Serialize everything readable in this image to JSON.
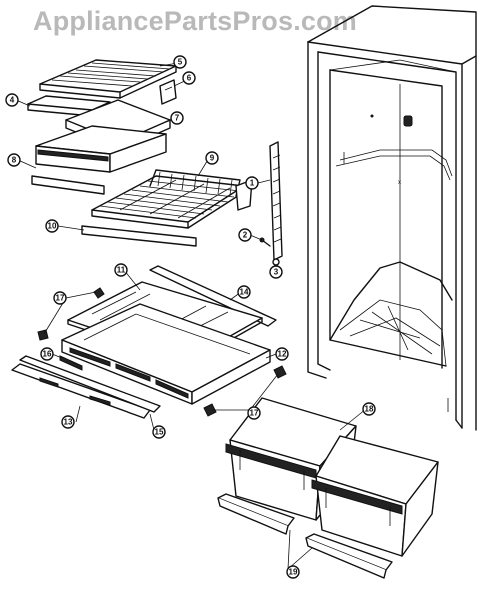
{
  "watermark": "AppliancePartsPros.com",
  "callouts": [
    "1",
    "2",
    "3",
    "4",
    "5",
    "6",
    "7",
    "8",
    "9",
    "10",
    "11",
    "12",
    "13",
    "14",
    "15",
    "16",
    "17",
    "17",
    "18",
    "19"
  ]
}
